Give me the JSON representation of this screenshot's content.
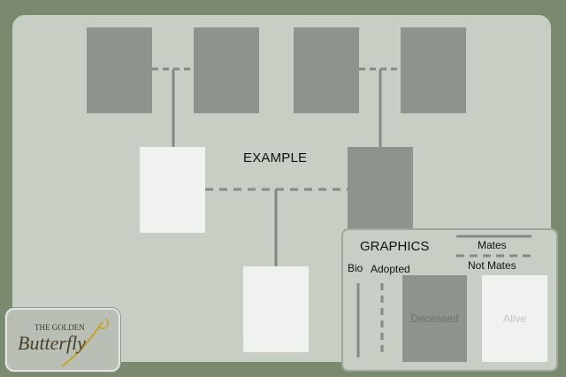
{
  "diagram": {
    "title": "EXAMPLE",
    "nodes": [
      {
        "id": "grandparent-1",
        "status": "deceased"
      },
      {
        "id": "grandparent-2",
        "status": "deceased"
      },
      {
        "id": "grandparent-3",
        "status": "deceased"
      },
      {
        "id": "grandparent-4",
        "status": "deceased"
      },
      {
        "id": "parent-left",
        "status": "alive"
      },
      {
        "id": "parent-right",
        "status": "deceased"
      },
      {
        "id": "child",
        "status": "alive"
      }
    ],
    "relations": [
      {
        "type": "not-mates",
        "between": [
          "grandparent-1",
          "grandparent-2"
        ]
      },
      {
        "type": "not-mates",
        "between": [
          "grandparent-3",
          "grandparent-4"
        ]
      },
      {
        "type": "not-mates",
        "between": [
          "parent-left",
          "parent-right"
        ]
      },
      {
        "type": "bio",
        "from": [
          "grandparent-1",
          "grandparent-2"
        ],
        "to": "parent-left"
      },
      {
        "type": "bio",
        "from": [
          "grandparent-3",
          "grandparent-4"
        ],
        "to": "parent-right"
      },
      {
        "type": "bio",
        "from": [
          "parent-left",
          "parent-right"
        ],
        "to": "child"
      }
    ]
  },
  "legend": {
    "title": "GRAPHICS",
    "mates_label": "Mates",
    "not_mates_label": "Not Mates",
    "bio_label": "Bio",
    "adopted_label": "Adopted",
    "deceased_label": "Deceased",
    "alive_label": "Alive"
  },
  "logo": {
    "line1": "THE GOLDEN",
    "line2": "Butterfly"
  },
  "colors": {
    "background": "#7a8a6e",
    "panel": "#c7cec3",
    "deceased": "#8e948d",
    "alive": "#f0f2ef",
    "connector": "#858b84",
    "gold": "#c9a227"
  }
}
